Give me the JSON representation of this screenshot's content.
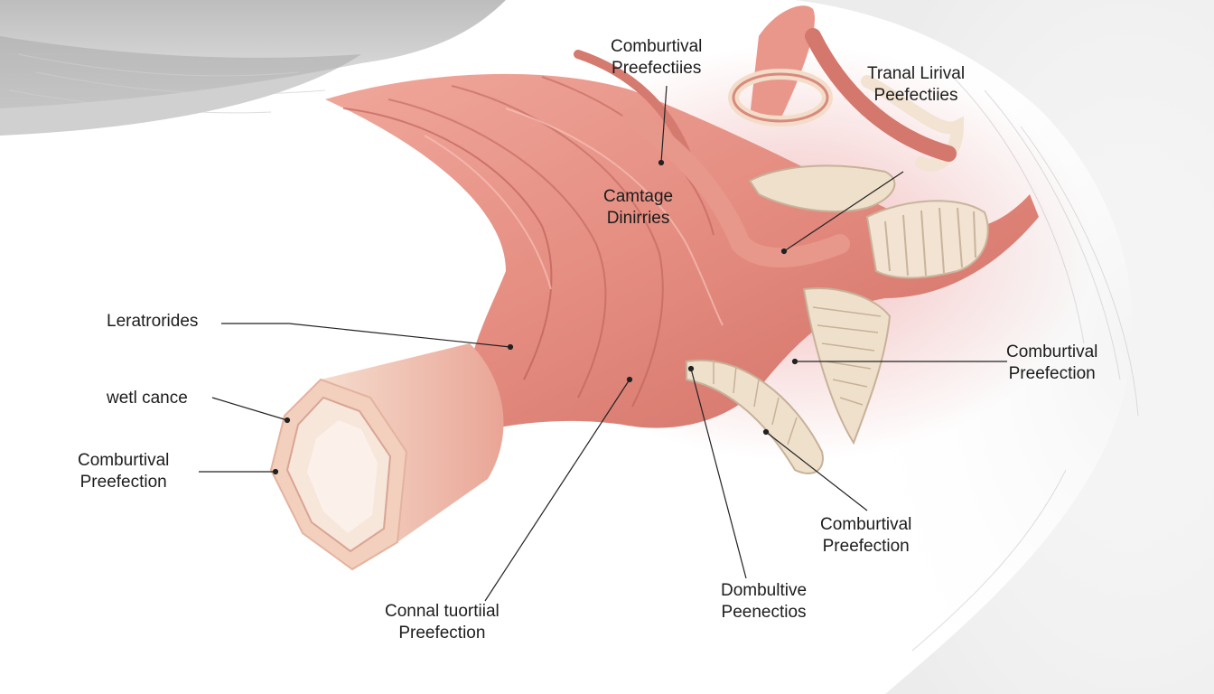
{
  "labels": {
    "top_center": {
      "line1": "Comburtival",
      "line2": "Preefectiies"
    },
    "top_right": {
      "line1": "Tranal Lirival",
      "line2": "Peefectiies"
    },
    "middle_center": {
      "line1": "Camtage",
      "line2": "Dinirries"
    },
    "left_upper": {
      "line1": "Leratrorides"
    },
    "left_middle": {
      "line1": "wetl cance"
    },
    "left_lower": {
      "line1": "Comburtival",
      "line2": "Preefeсtion"
    },
    "right_middle": {
      "line1": "Comburtival",
      "line2": "Preefection"
    },
    "right_lower": {
      "line1": "Comburtival",
      "line2": "Preefection"
    },
    "bottom_right": {
      "line1": "Dombultive",
      "line2": "Peenectios"
    },
    "bottom_center": {
      "line1": "Connal tuortiial",
      "line2": "Preefection"
    }
  },
  "colors": {
    "muscle": "#e8968a",
    "muscle_dark": "#c9655c",
    "cartilage": "#f2e3d2",
    "fur": "#d9d9d9",
    "leader_line": "#222222"
  }
}
